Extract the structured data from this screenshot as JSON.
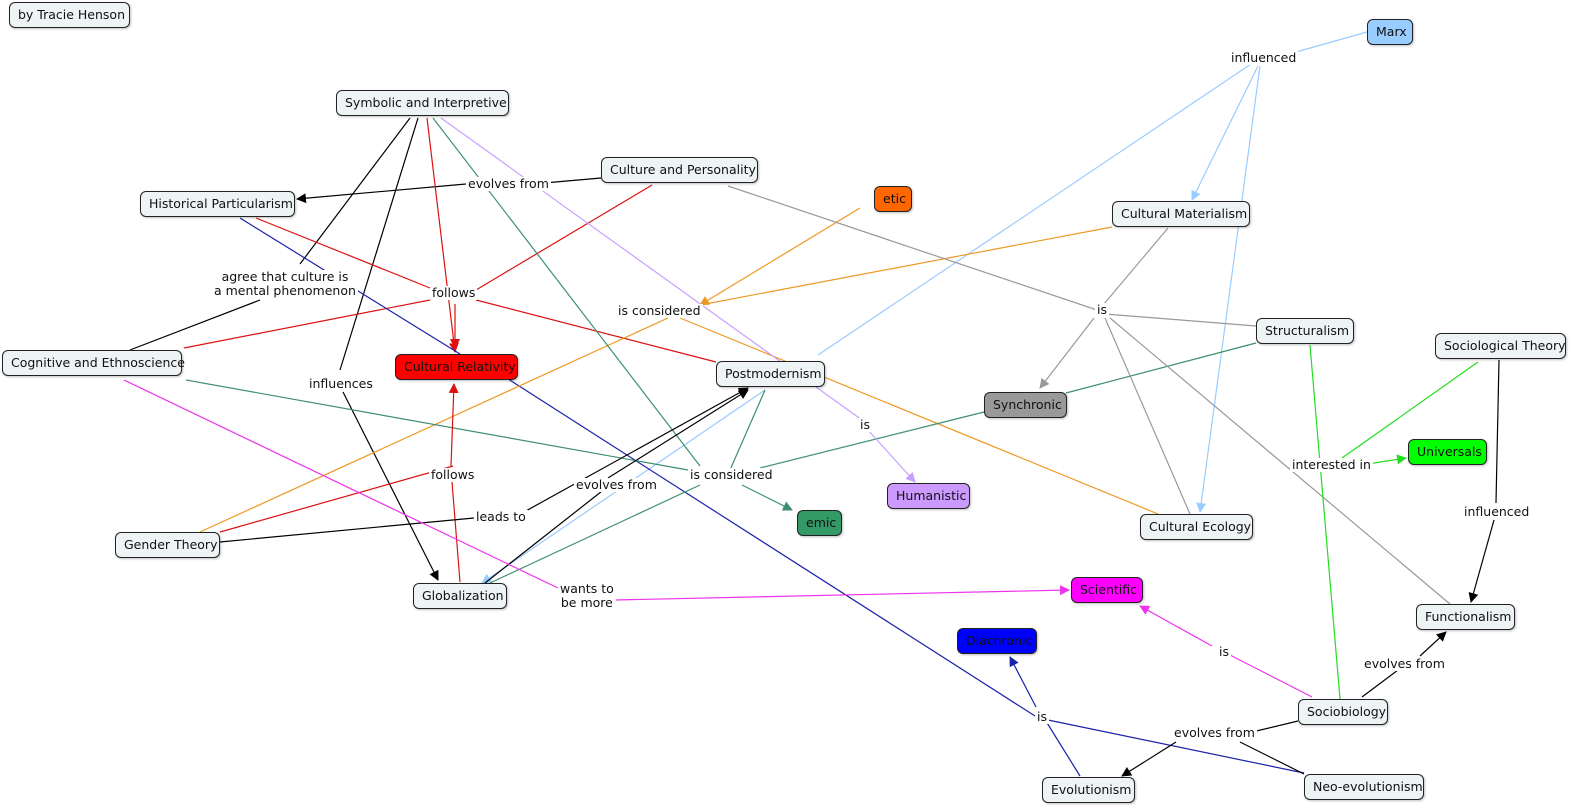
{
  "author": "by Tracie Henson",
  "nodes": {
    "marx": {
      "label": "Marx",
      "color": "#99ccff"
    },
    "symbolic": {
      "label": "Symbolic and Interpretive"
    },
    "culture_personality": {
      "label": "Culture and Personality"
    },
    "historical": {
      "label": "Historical Particularism"
    },
    "etic": {
      "label": "etic",
      "color": "#ff6600"
    },
    "cultural_materialism": {
      "label": "Cultural Materialism"
    },
    "structuralism": {
      "label": "Structuralism"
    },
    "sociological": {
      "label": "Sociological Theory"
    },
    "cognitive": {
      "label": "Cognitive and Ethnoscience"
    },
    "cultural_relativity": {
      "label": "Cultural Relativity",
      "color": "#ff0000"
    },
    "postmodernism": {
      "label": "Postmodernism"
    },
    "synchronic": {
      "label": "Synchronic",
      "color": "#999999"
    },
    "universals": {
      "label": "Universals",
      "color": "#00ff00"
    },
    "humanistic": {
      "label": "Humanistic",
      "color": "#cc99ff"
    },
    "emic": {
      "label": "emic",
      "color": "#339966"
    },
    "cultural_ecology": {
      "label": "Cultural Ecology"
    },
    "gender": {
      "label": "Gender Theory"
    },
    "globalization": {
      "label": "Globalization"
    },
    "scientific": {
      "label": "Scientific",
      "color": "#ff00ff"
    },
    "functionalism": {
      "label": "Functionalism"
    },
    "diachronic": {
      "label": "Diachronic",
      "color": "#0000ff"
    },
    "sociobiology": {
      "label": "Sociobiology"
    },
    "evolutionism": {
      "label": "Evolutionism"
    },
    "neo_evolutionism": {
      "label": "Neo-evolutionism"
    }
  },
  "links": {
    "influenced_marx": {
      "text": "influenced"
    },
    "evolves_from_cp": {
      "text": "evolves from"
    },
    "is_considered_top": {
      "text": "is considered"
    },
    "is_struct": {
      "text": "is"
    },
    "agree": {
      "text": "agree that culture is\na mental phenomenon"
    },
    "follows_top": {
      "text": "follows"
    },
    "influences": {
      "text": "influences"
    },
    "is_humanistic": {
      "text": "is"
    },
    "interested_in": {
      "text": "interested in"
    },
    "influenced_soc": {
      "text": "influenced"
    },
    "follows_bottom": {
      "text": "follows"
    },
    "is_considered_bottom": {
      "text": "is considered"
    },
    "evolves_from_glob": {
      "text": "evolves from"
    },
    "leads_to": {
      "text": "leads to"
    },
    "wants_to": {
      "text": "wants to\nbe more"
    },
    "is_scientific": {
      "text": "is"
    },
    "evolves_from_func": {
      "text": "evolves from"
    },
    "is_diachronic": {
      "text": "is"
    },
    "evolves_from_evol": {
      "text": "evolves from"
    }
  },
  "edge_colors": {
    "black": "#000000",
    "light_blue": "#99ccff",
    "red": "#dd1111",
    "green_teal": "#3d8f6f",
    "lavender": "#c8a0ff",
    "orange": "#ee9922",
    "gray": "#999999",
    "bright_green": "#22dd22",
    "magenta": "#ee33ee",
    "navy": "#1a22aa"
  }
}
